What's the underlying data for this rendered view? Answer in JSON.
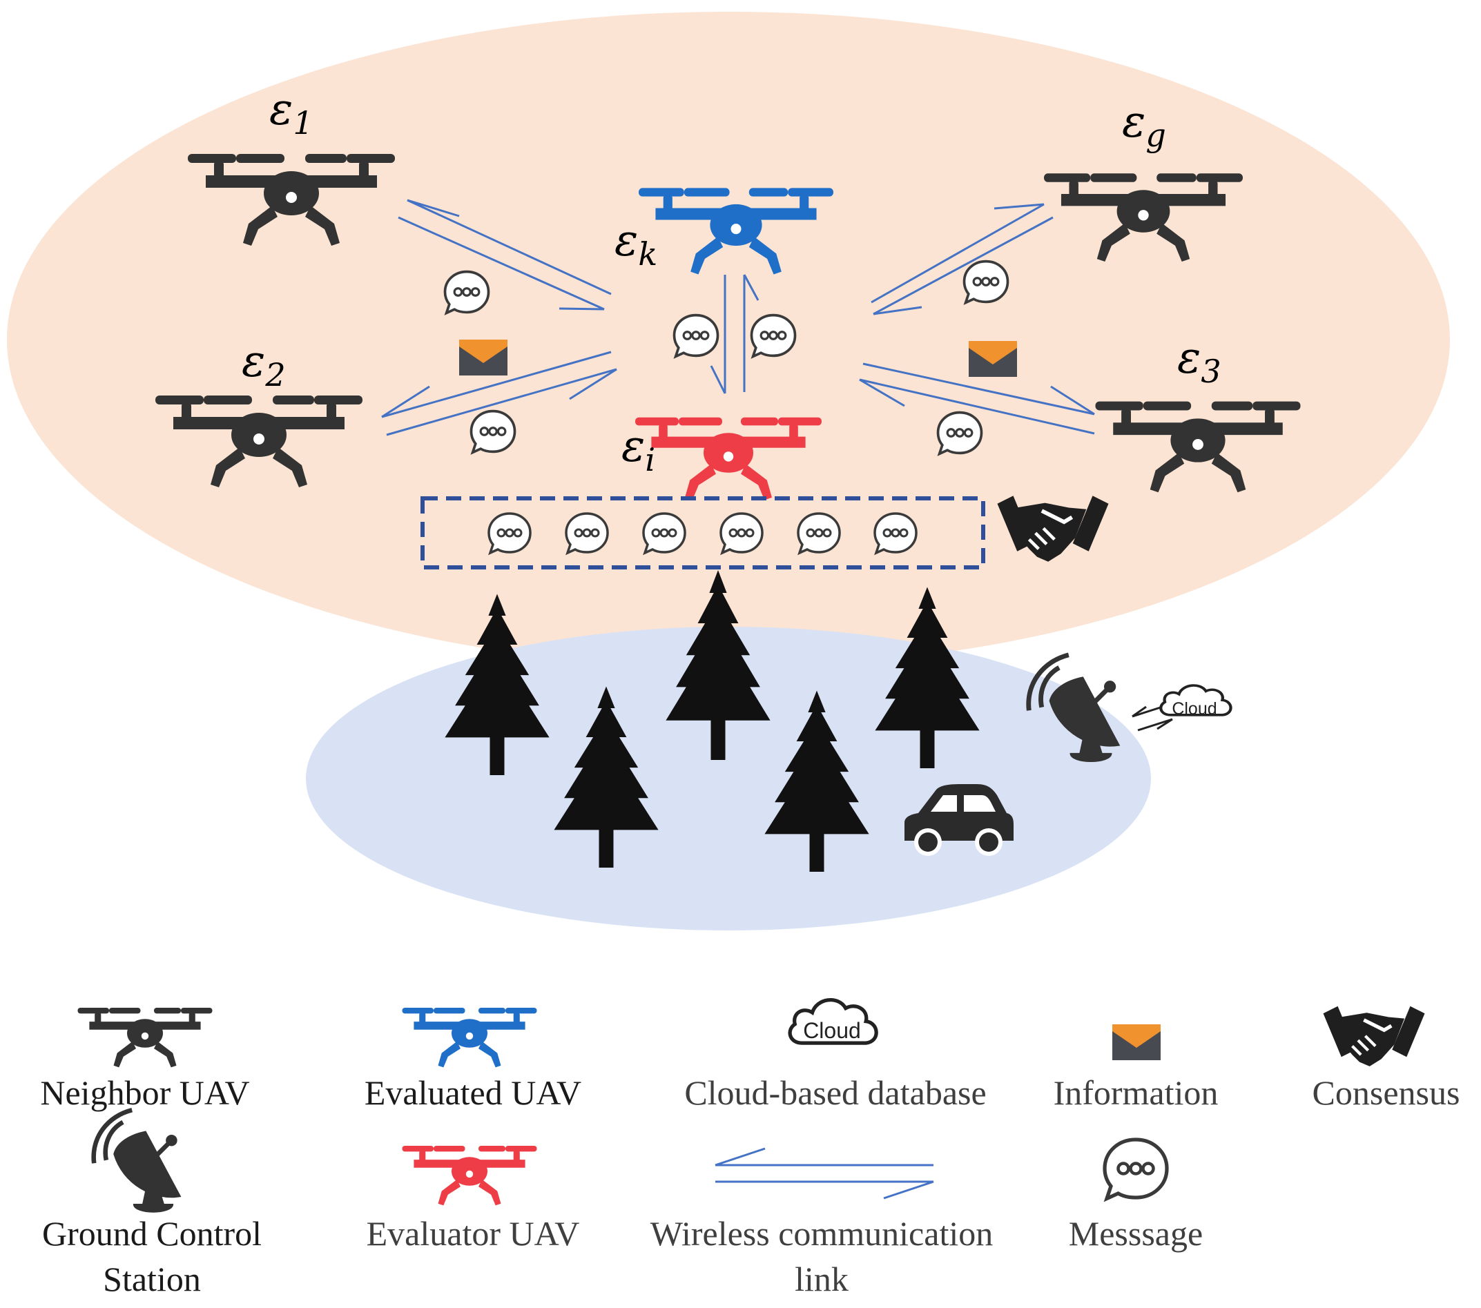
{
  "colors": {
    "air_zone": "#fbe4d4",
    "ground_zone": "#d9e2f5",
    "neighbor_uav": "#333333",
    "evaluated_uav": "#1f6fc9",
    "evaluator_uav": "#ee3d46",
    "link": "#4472c4",
    "consensus_box": "#2f4f9a",
    "envelope_top": "#f0922e",
    "envelope_body": "#484a52"
  },
  "uavs": [
    {
      "id": "e1",
      "role": "neighbor",
      "symbol": "ε",
      "sub": "1"
    },
    {
      "id": "e2",
      "role": "neighbor",
      "symbol": "ε",
      "sub": "2"
    },
    {
      "id": "eg",
      "role": "neighbor",
      "symbol": "ε",
      "sub": "g"
    },
    {
      "id": "e3",
      "role": "neighbor",
      "symbol": "ε",
      "sub": "3"
    },
    {
      "id": "ek",
      "role": "evaluated",
      "symbol": "ε",
      "sub": "k"
    },
    {
      "id": "ei",
      "role": "evaluator",
      "symbol": "ε",
      "sub": "i"
    }
  ],
  "ground": {
    "antenna_cloud_text": "Cloud"
  },
  "icons": [
    "uav-icon",
    "message-icon",
    "envelope-icon",
    "handshake-icon",
    "tree-icon",
    "car-icon",
    "satellite-dish-icon",
    "cloud-icon"
  ],
  "legend": {
    "neighbor_uav": "Neighbor UAV",
    "evaluated_uav": "Evaluated UAV",
    "cloud_db": "Cloud-based database",
    "cloud_icon_text": "Cloud",
    "information": "Information",
    "consensus": "Consensus",
    "gcs_line1": "Ground Control",
    "gcs_line2": "Station",
    "evaluator_uav": "Evaluator UAV",
    "wireless_line1": "Wireless communication",
    "wireless_line2": "link",
    "message": "Messsage"
  }
}
